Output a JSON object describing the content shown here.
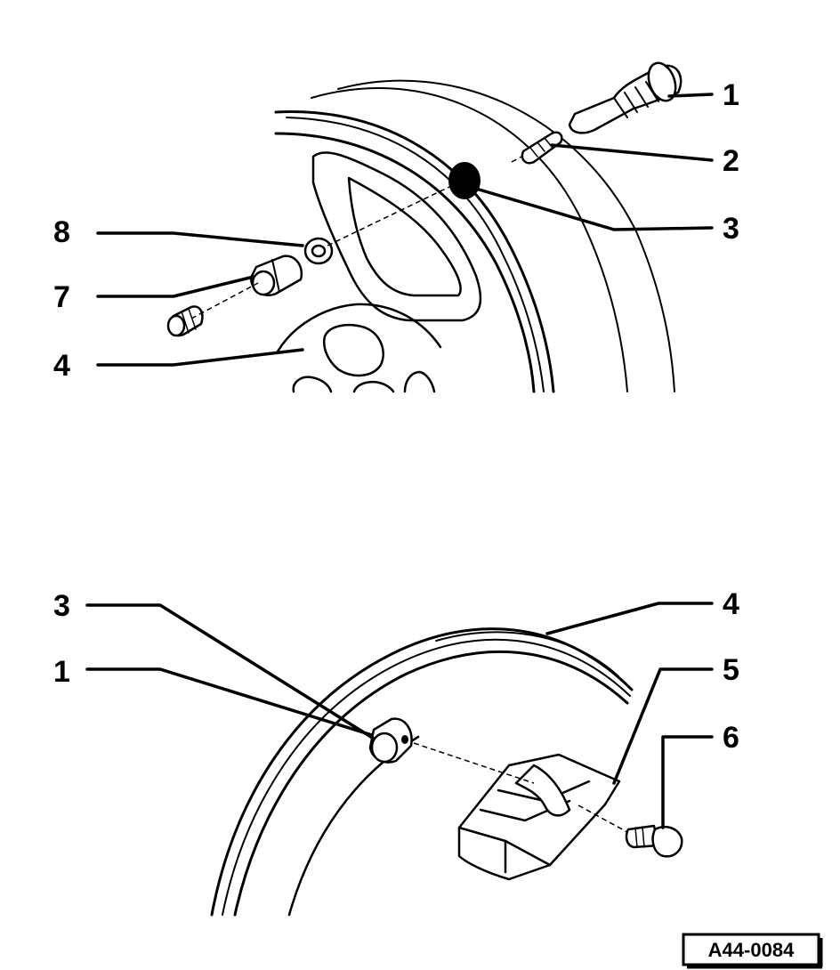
{
  "top_view": {
    "callouts": [
      {
        "key": "c1",
        "label": "1",
        "part": "valve-stem"
      },
      {
        "key": "c2",
        "label": "2",
        "part": "valve-core"
      },
      {
        "key": "c3",
        "label": "3",
        "part": "rubber-grommet"
      },
      {
        "key": "c4",
        "label": "4",
        "part": "wheel-rim"
      },
      {
        "key": "c7",
        "label": "7",
        "part": "union-nut"
      },
      {
        "key": "c8",
        "label": "8",
        "part": "washer"
      }
    ]
  },
  "bottom_view": {
    "callouts": [
      {
        "key": "c3",
        "label": "3",
        "part": "rubber-grommet"
      },
      {
        "key": "c1",
        "label": "1",
        "part": "valve-stem"
      },
      {
        "key": "c4",
        "label": "4",
        "part": "wheel-rim"
      },
      {
        "key": "c5",
        "label": "5",
        "part": "pressure-sensor"
      },
      {
        "key": "c6",
        "label": "6",
        "part": "screw"
      }
    ]
  },
  "reference_code": "A44-0084"
}
